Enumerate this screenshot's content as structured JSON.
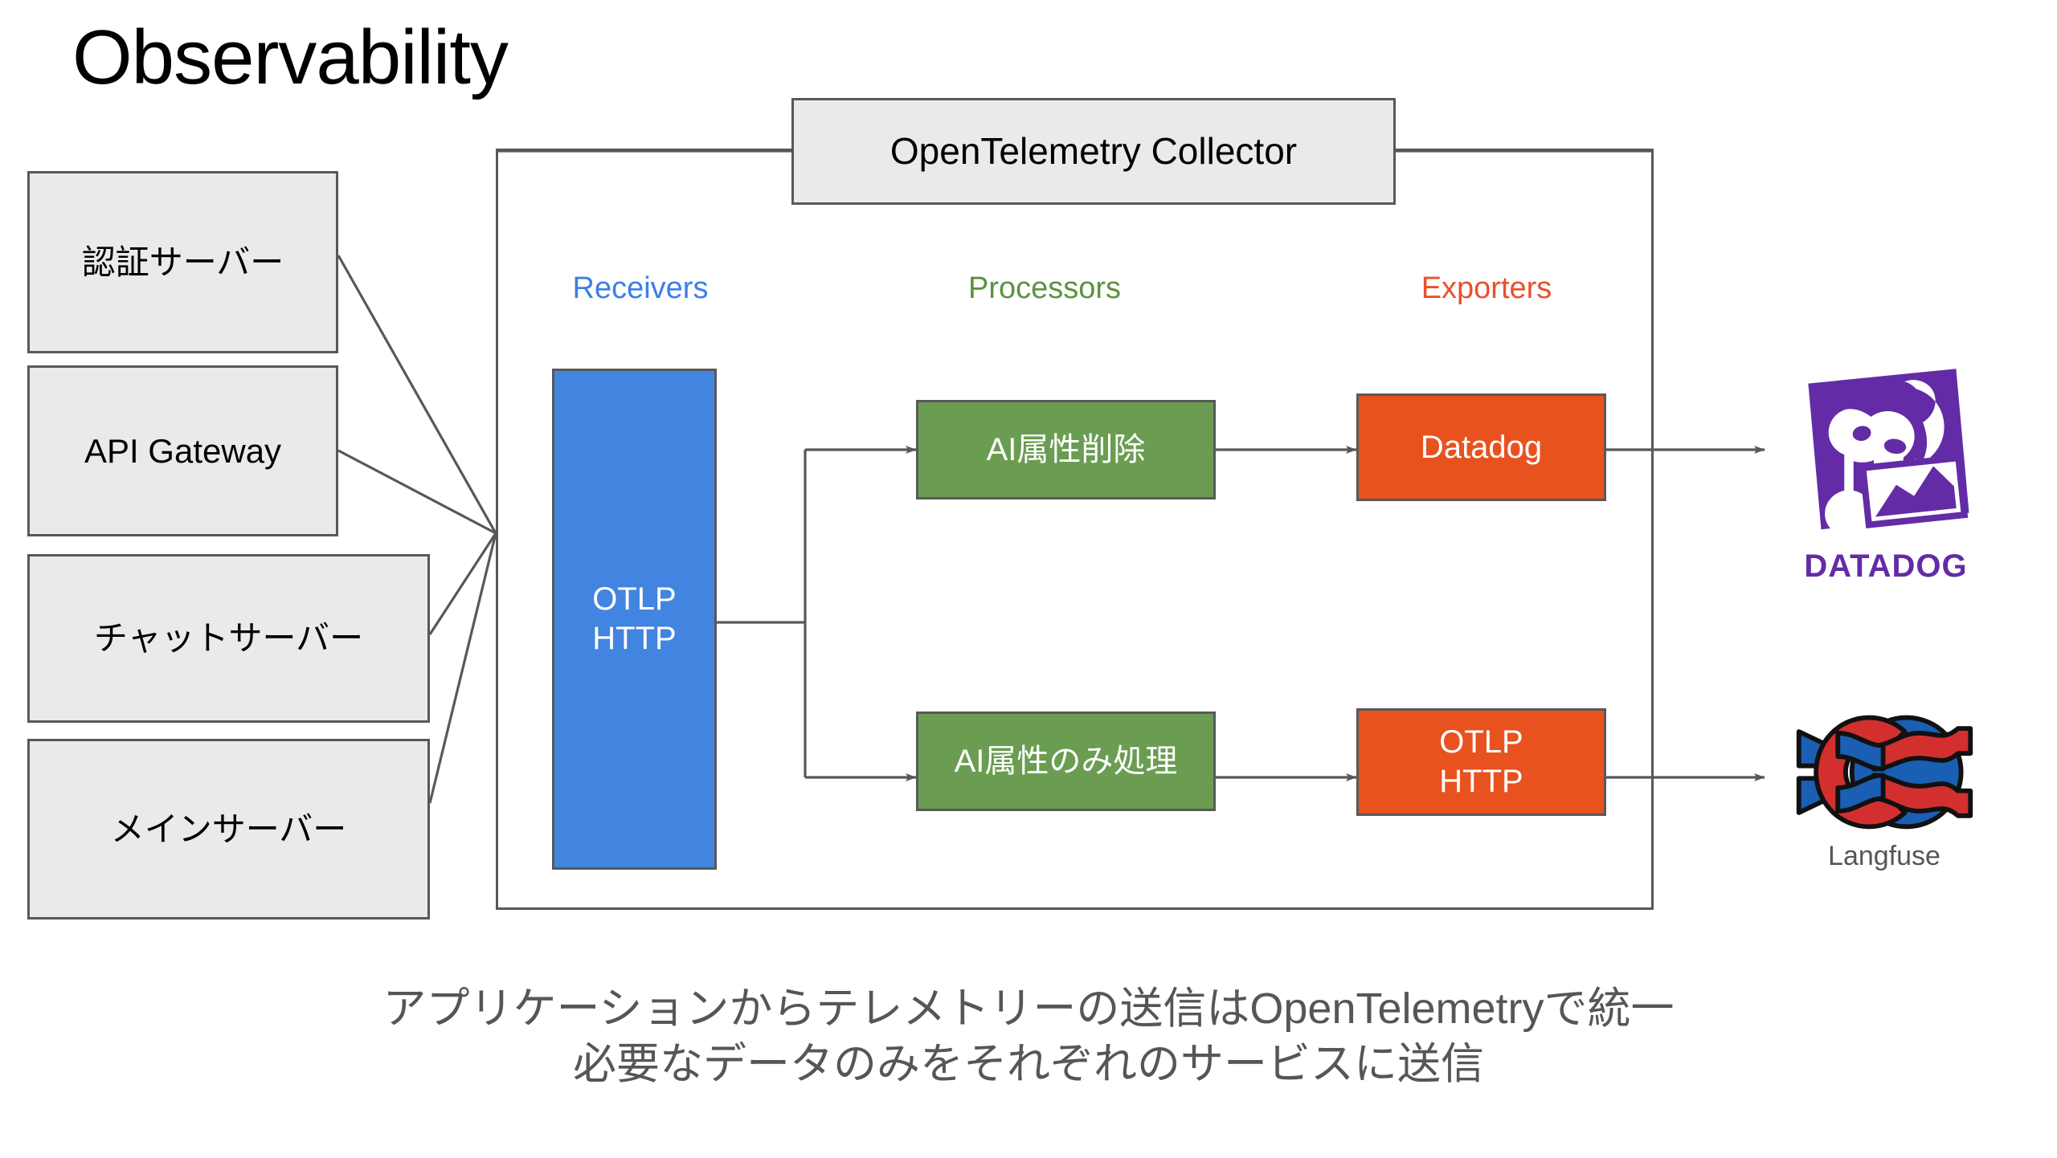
{
  "title": "Observability",
  "sources": [
    {
      "label": "認証サーバー"
    },
    {
      "label": "API Gateway"
    },
    {
      "label": "チャットサーバー"
    },
    {
      "label": "メインサーバー"
    }
  ],
  "collector": {
    "title": "OpenTelemetry Collector",
    "sections": [
      {
        "id": "receivers",
        "label": "Receivers",
        "color": "#3d7ee8"
      },
      {
        "id": "processors",
        "label": "Processors",
        "color": "#5b9340"
      },
      {
        "id": "exporters",
        "label": "Exporters",
        "color": "#e8512c"
      }
    ],
    "receivers": [
      {
        "label": "OTLP\nHTTP",
        "color": "#4285e0"
      }
    ],
    "processors": [
      {
        "label": "AI属性削除",
        "color": "#6a9d51"
      },
      {
        "label": "AI属性のみ処理",
        "color": "#6a9d51"
      }
    ],
    "exporters": [
      {
        "label": "Datadog",
        "color": "#e8521f"
      },
      {
        "label": "OTLP\nHTTP",
        "color": "#e8521f"
      }
    ]
  },
  "destinations": [
    {
      "id": "datadog",
      "name": "DATADOG",
      "caption": "",
      "color": "#632ca6"
    },
    {
      "id": "langfuse",
      "name": "Langfuse",
      "caption": "Langfuse",
      "colors": [
        "#d32f2f",
        "#1a5fb4"
      ]
    }
  ],
  "caption": "アプリケーションからテレメトリーの送信はOpenTelemetryで統一\n必要なデータのみをそれぞれのサービスに送信",
  "theme": {
    "box_border": "#58585a",
    "box_fill": "#eaeaea",
    "connector": "#58585a",
    "text": "#000000",
    "caption_text": "#555658"
  }
}
